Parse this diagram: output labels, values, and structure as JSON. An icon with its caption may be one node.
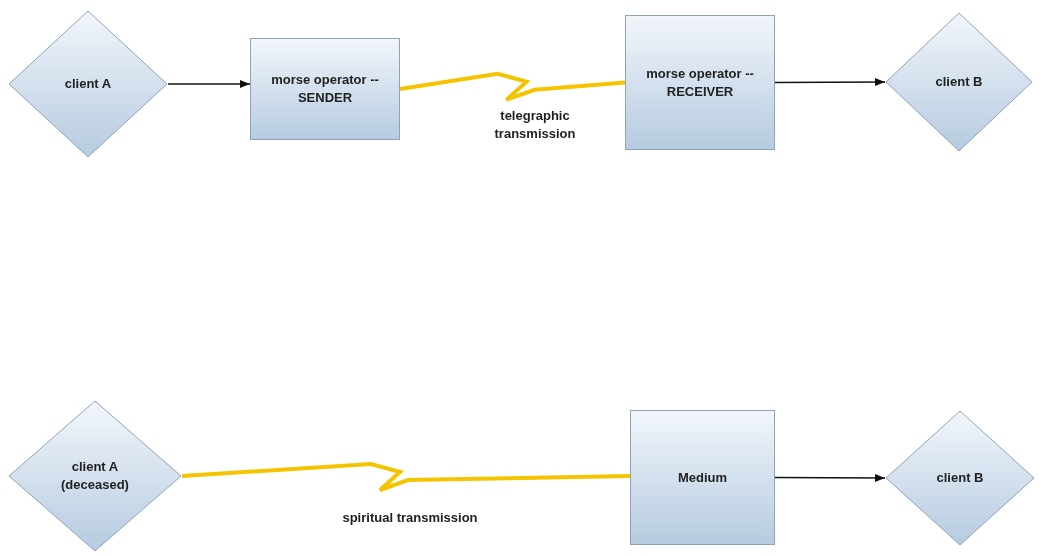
{
  "diagram": {
    "nodes": [
      {
        "text": [
          "client A"
        ]
      },
      {
        "text": [
          "morse operator -- SENDER"
        ]
      },
      {
        "text": [
          "morse operator -- RECEIVER"
        ]
      },
      {
        "text": [
          "client B"
        ]
      },
      {
        "text": [
          "client A (deceased)"
        ]
      },
      {
        "text": [
          "Medium"
        ]
      },
      {
        "text": [
          "client B"
        ]
      }
    ],
    "edges": [
      {
        "from": 0,
        "to": 1,
        "arrow": "to"
      },
      {
        "from": 1,
        "to": 2,
        "arrow": "none",
        "label": "telegraphic transmission",
        "style": "thick",
        "color": "#f5c400"
      },
      {
        "from": 2,
        "to": 3,
        "arrow": "to"
      },
      {
        "from": 4,
        "to": 5,
        "arrow": "none",
        "label": "spiritual transmission",
        "style": "thick",
        "color": "#f5c400"
      },
      {
        "from": 5,
        "to": 6,
        "arrow": "to"
      }
    ]
  }
}
